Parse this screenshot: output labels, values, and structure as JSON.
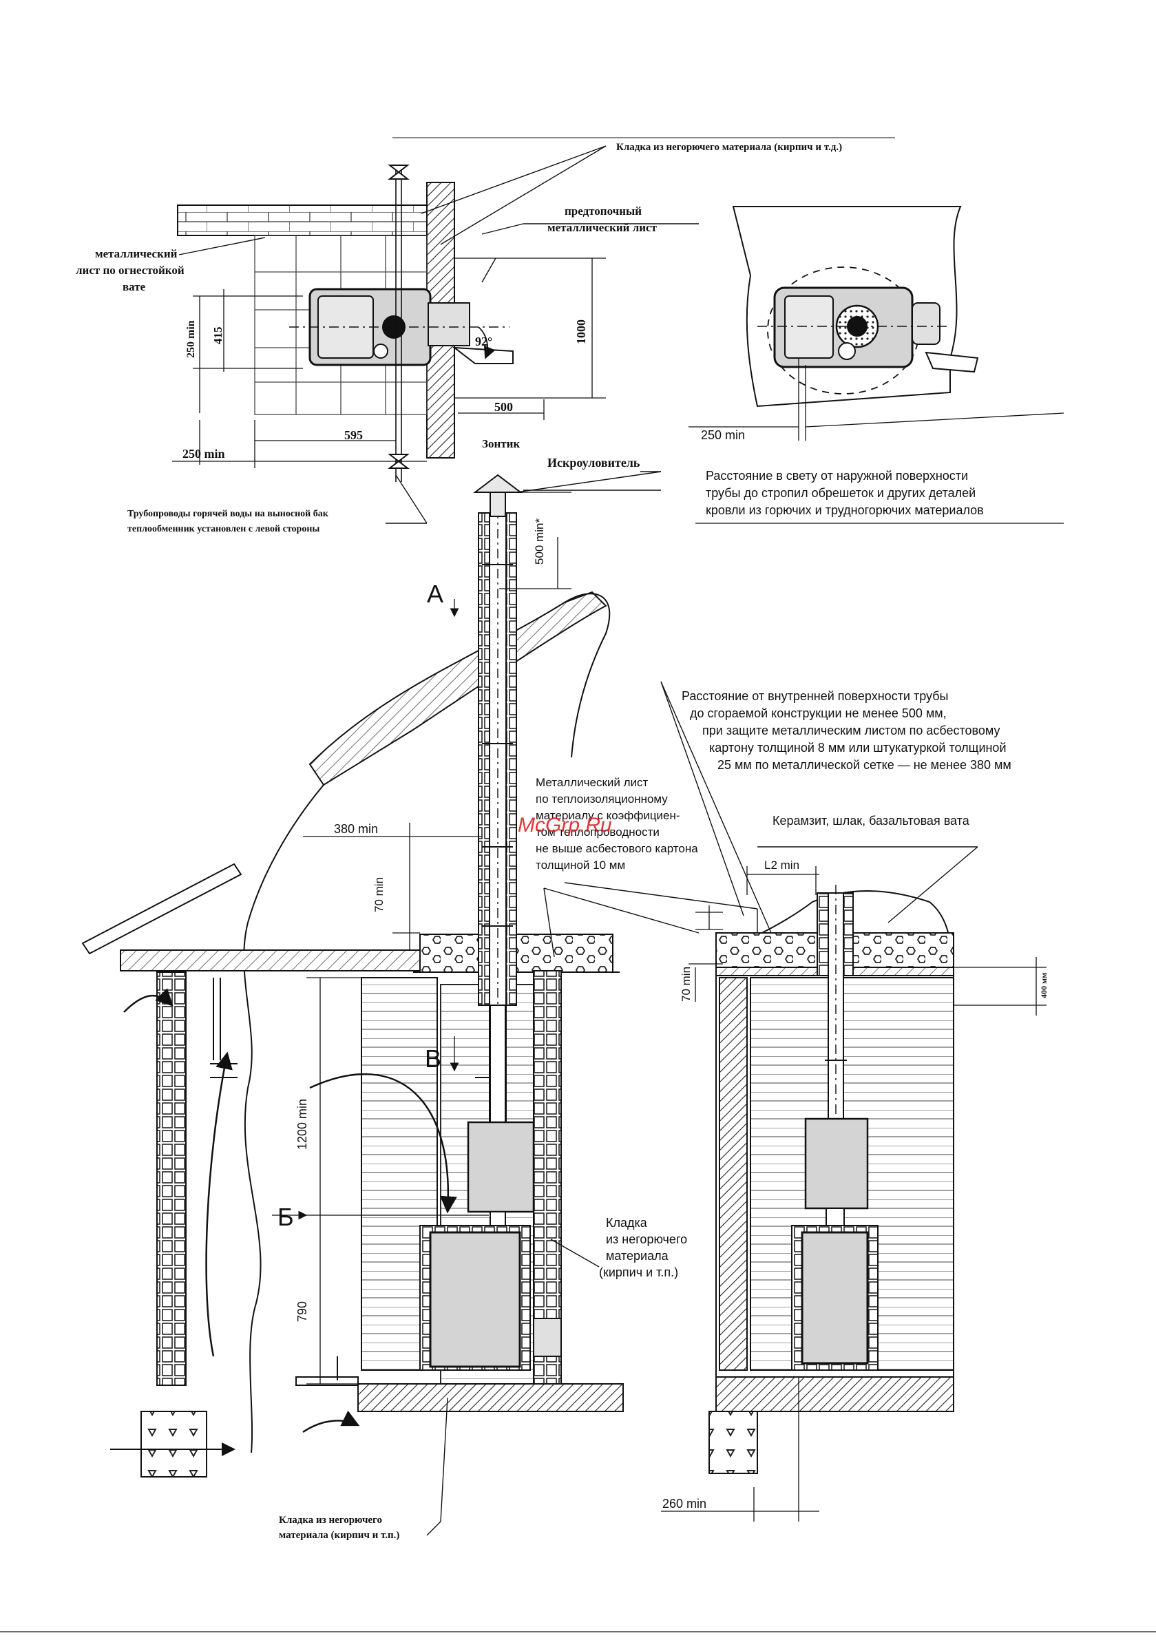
{
  "labels": {
    "top_masonry": "Кладка из негорючего материала (кирпич и т.д.)",
    "prefurnace_sheet_1": "предтопочный",
    "prefurnace_sheet_2": "металлический лист",
    "metal_sheet_1": "металлический",
    "metal_sheet_2": "лист по огнестойкой",
    "metal_sheet_3": "вате",
    "pipes_1": "Трубопроводы горячей воды на выносной бак",
    "pipes_2": "теплообменник установлен с левой стороны",
    "umbrella": "Зонтик",
    "spark_arrester": "Искроуловитель",
    "clearance_1": "Расстояние в свету от наружной поверхности",
    "clearance_2": "трубы до стропил обрешеток и других деталей",
    "clearance_3": "кровли из горючих и трудногорючих материалов",
    "inner_dist_1": "Расстояние от внутренней поверхности трубы",
    "inner_dist_2": "до сгораемой конструкции не менее 500 мм,",
    "inner_dist_3": "при защите металлическим листом по асбестовому",
    "inner_dist_4": "картону толщиной 8 мм или штукатуркой толщиной",
    "inner_dist_5": "25 мм по металлической сетке — не менее 380 мм",
    "insul_sheet_1": "Металлический лист",
    "insul_sheet_2": "по теплоизоляционному",
    "insul_sheet_3": "материалу с коэффициен-",
    "insul_sheet_4": "том теплопроводности",
    "insul_sheet_5": "не выше асбестового картона",
    "insul_sheet_6": "толщиной 10 мм",
    "fill_materials": "Керамзит, шлак, базальтовая вата",
    "side_masonry_1": "Кладка",
    "side_masonry_2": "из негорючего",
    "side_masonry_3": "материала",
    "side_masonry_4": "(кирпич и т.п.)",
    "bottom_masonry_1": "Кладка из негорючего",
    "bottom_masonry_2": "материала (кирпич и т.п.)",
    "watermark": "McGrp.Ru",
    "view_a": "А",
    "view_b_cyr": "Б",
    "view_v": "В"
  },
  "dimensions": {
    "d250_left_vert": "250 min",
    "d415": "415",
    "d92": "92°",
    "d1000": "1000",
    "d500": "500",
    "d595": "595",
    "d250_bottom": "250 min",
    "d250_right": "250 min",
    "d500_min": "500 min*",
    "d380_min": "380 min",
    "d70_min_left": "70 min",
    "d1200_min": "1200 min",
    "d790": "790",
    "d70_min_right": "70 min",
    "dL2": "L2 min",
    "d400": "400 мм",
    "d260_min": "260 min"
  },
  "colors": {
    "line": "#111111",
    "stove_fill": "#d4d4d4",
    "hatch": "#222222"
  }
}
